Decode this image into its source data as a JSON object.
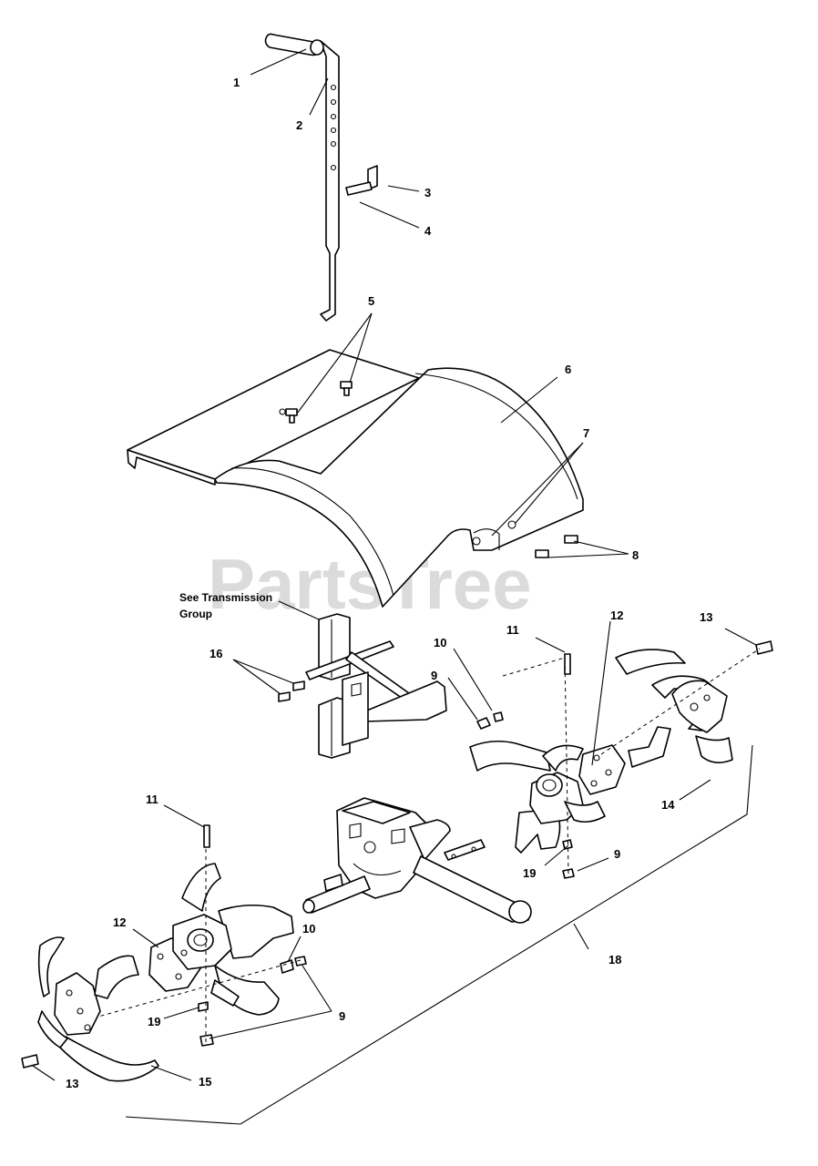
{
  "watermark": "PartsTree",
  "note": {
    "line1": "See Transmission",
    "line2": "Group"
  },
  "callouts": {
    "c1": "1",
    "c2": "2",
    "c3": "3",
    "c4": "4",
    "c5": "5",
    "c6": "6",
    "c7": "7",
    "c8": "8",
    "c9a": "9",
    "c9b": "9",
    "c9c": "9",
    "c10a": "10",
    "c10b": "10",
    "c11a": "11",
    "c11b": "11",
    "c12a": "12",
    "c12b": "12",
    "c13a": "13",
    "c13b": "13",
    "c14": "14",
    "c15": "15",
    "c16": "16",
    "c18": "18",
    "c19a": "19",
    "c19b": "19"
  }
}
